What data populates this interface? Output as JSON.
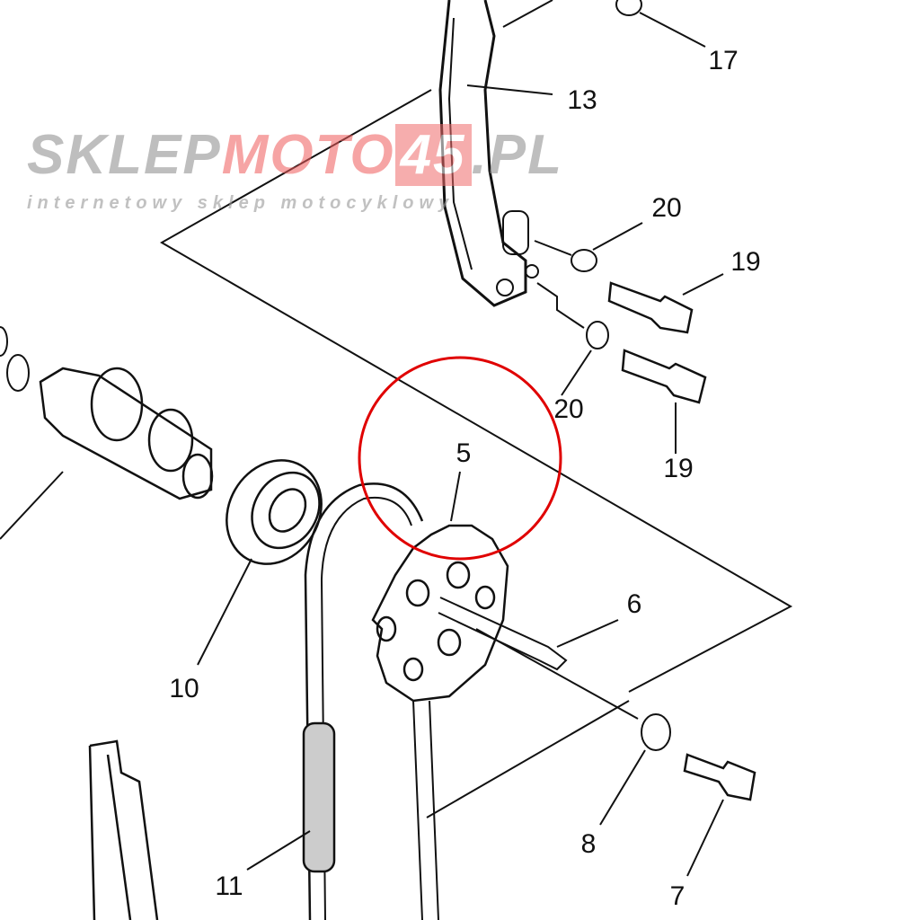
{
  "diagram": {
    "callouts": [
      "17",
      "13",
      "20",
      "19",
      "20",
      "19",
      "5",
      "6",
      "10",
      "11",
      "8",
      "7"
    ],
    "highlight_color": "#e00000"
  },
  "watermark": {
    "brand_gray_1": "SKLEP",
    "brand_red": "MOTO",
    "brand_box": "45",
    "brand_gray_2": ".PL",
    "tagline": "internetowy sklep motocyklowy"
  }
}
